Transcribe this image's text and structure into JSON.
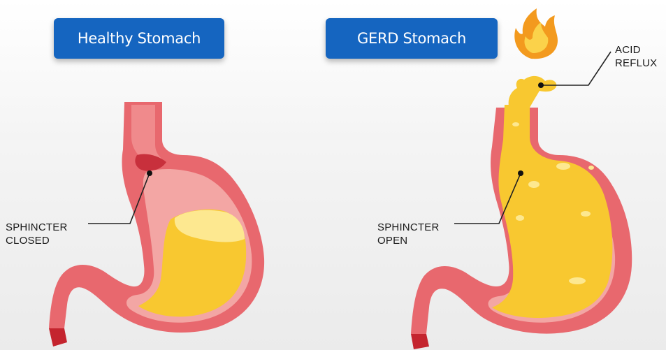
{
  "panels": [
    {
      "title": "Healthy Stomach",
      "callout_line1": "SPHINCTER",
      "callout_line2": "CLOSED"
    },
    {
      "title": "GERD Stomach",
      "callout_line1": "SPHINCTER",
      "callout_line2": "OPEN",
      "acid_line1": "ACID",
      "acid_line2": "REFLUX"
    }
  ],
  "colors": {
    "badge": "#1565c0",
    "stomach_wall": "#e8686e",
    "stomach_inner": "#f3a6a4",
    "acid": "#f8c830",
    "acid_light": "#fde890",
    "flame": "#f39a1e"
  }
}
